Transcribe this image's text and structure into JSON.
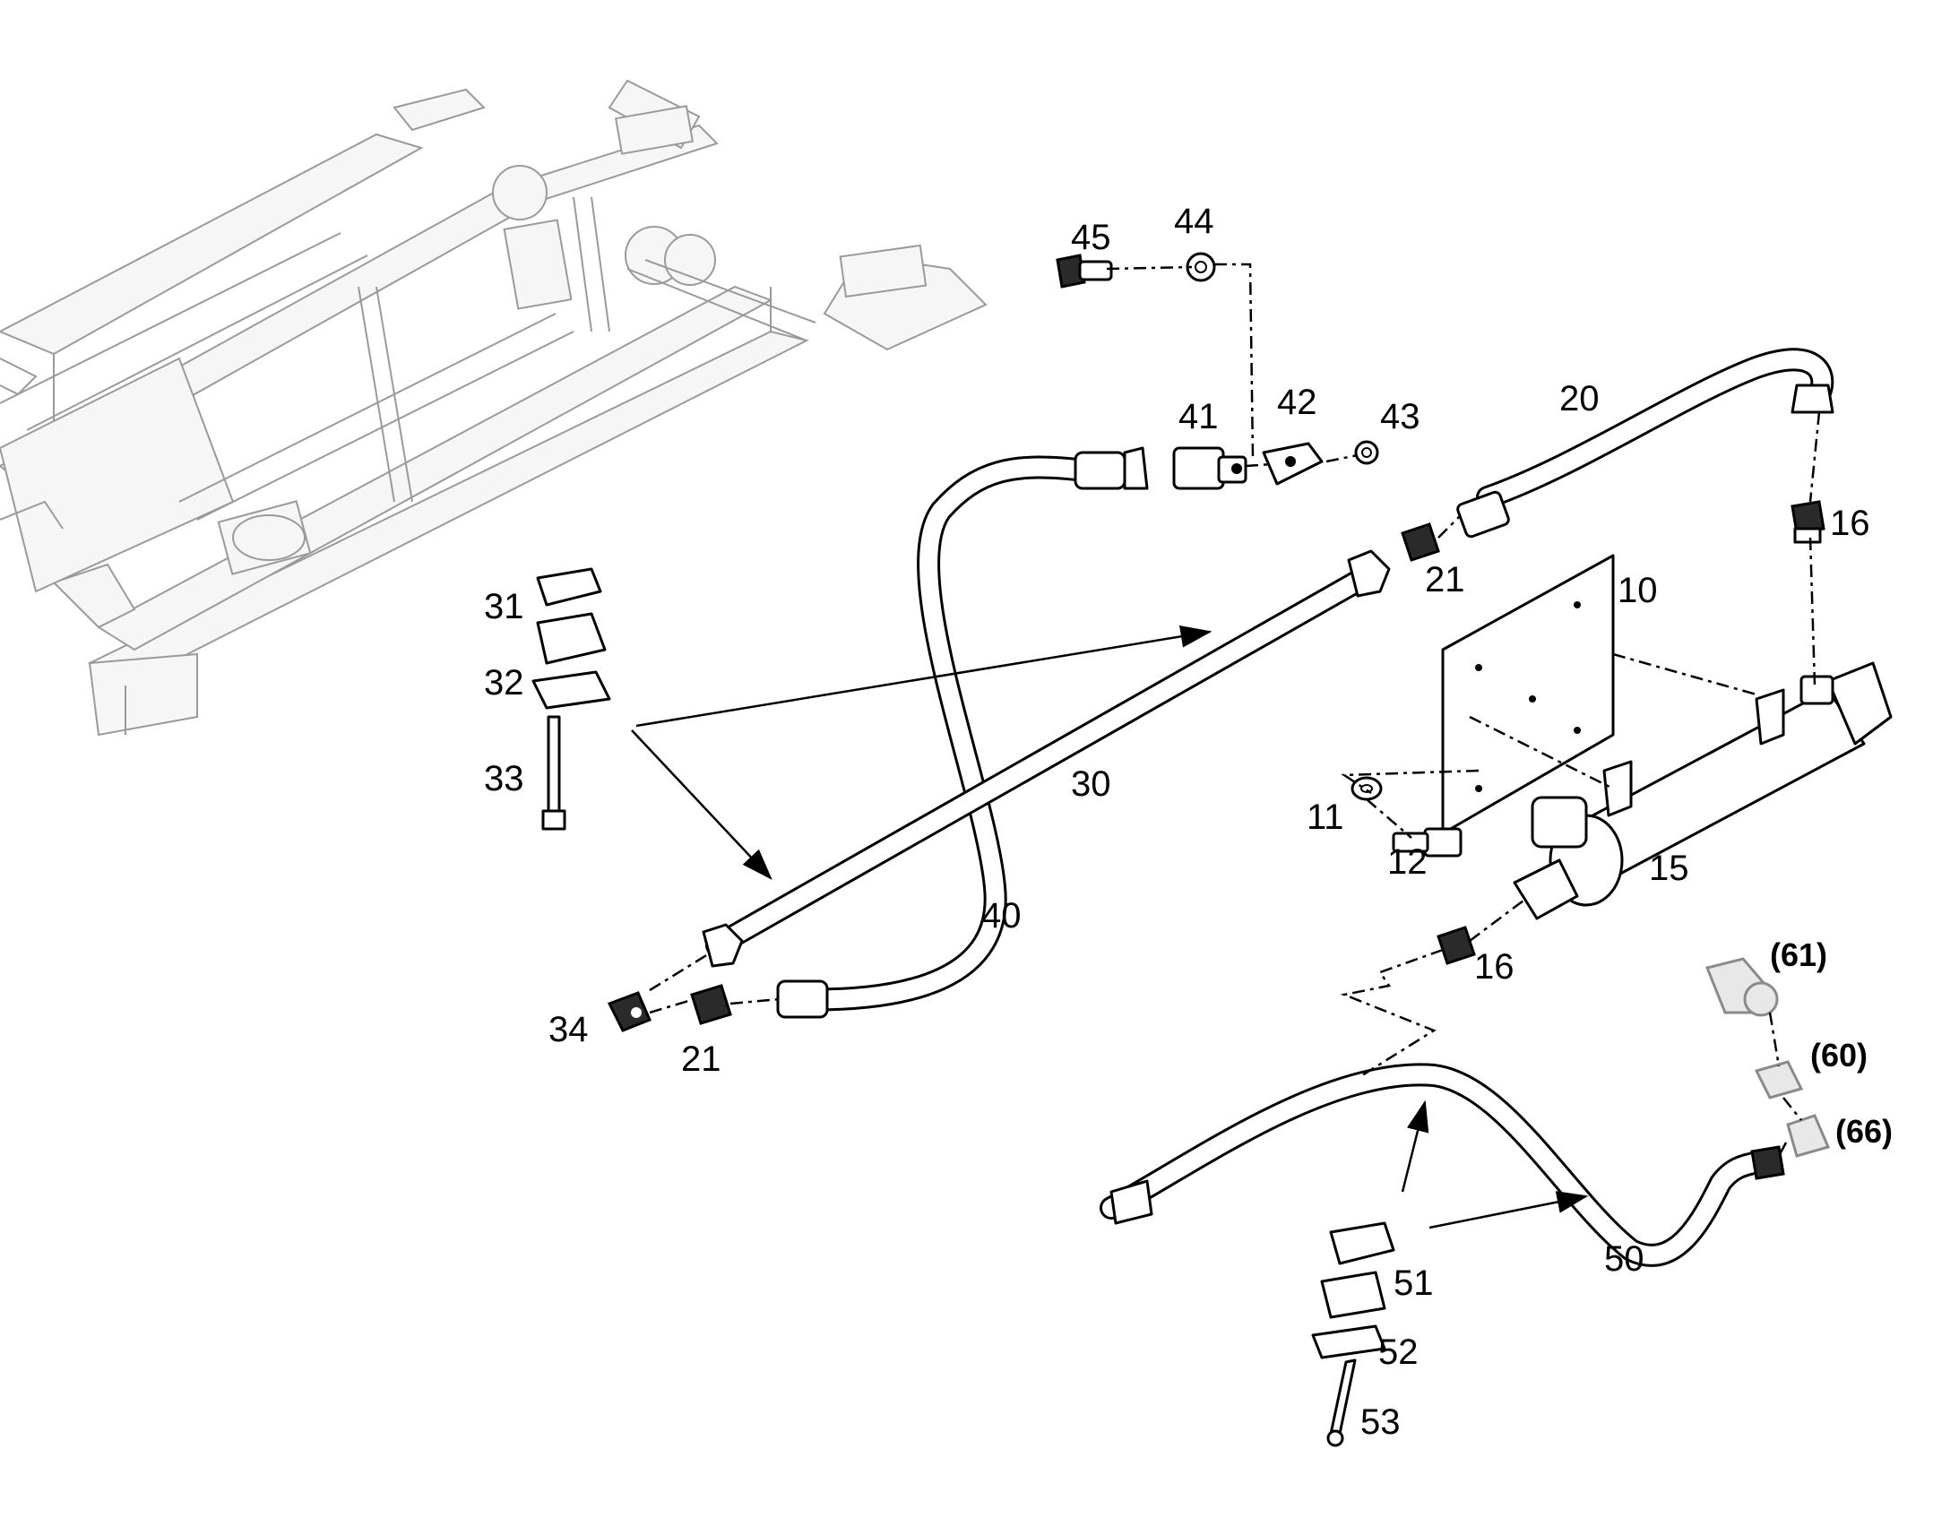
{
  "labels": {
    "p10": "10",
    "p11": "11",
    "p12": "12",
    "p15": "15",
    "p16a": "16",
    "p16b": "16",
    "p20": "20",
    "p21a": "21",
    "p21b": "21",
    "p30": "30",
    "p31": "31",
    "p32": "32",
    "p33": "33",
    "p34": "34",
    "p40": "40",
    "p41": "41",
    "p42": "42",
    "p43": "43",
    "p44": "44",
    "p45": "45",
    "p50": "50",
    "p51": "51",
    "p52": "52",
    "p53": "53",
    "p60": "(60)",
    "p61": "(61)",
    "p66": "(66)"
  }
}
